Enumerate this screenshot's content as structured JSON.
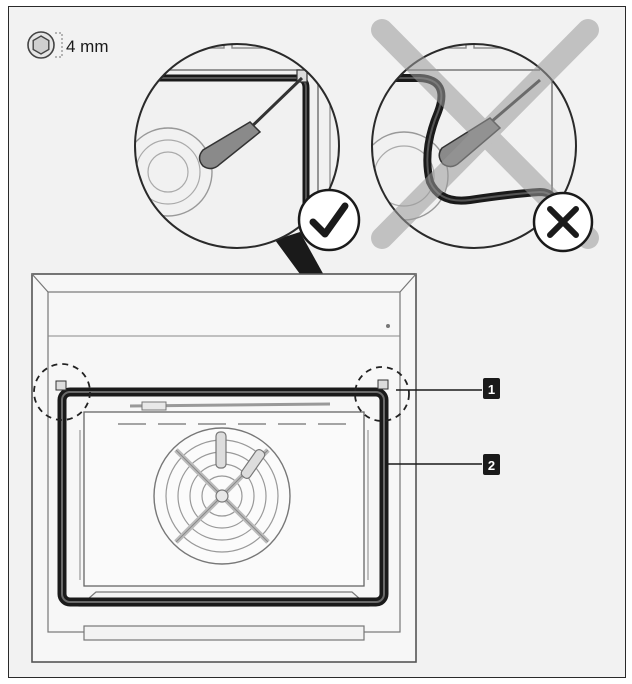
{
  "tool": {
    "icon": "hex-key-icon",
    "size_label": "4 mm"
  },
  "callouts": [
    {
      "number": "1",
      "target": "gasket-clip"
    },
    {
      "number": "2",
      "target": "door-gasket"
    }
  ],
  "detail_views": [
    {
      "verdict": "correct",
      "icon": "check-icon"
    },
    {
      "verdict": "incorrect",
      "icon": "cross-icon"
    }
  ],
  "colors": {
    "background": "#f2f2f2",
    "line": "#3a3a3a",
    "gasket": "#1a1a1a",
    "cross_overlay": "#9a9a9a",
    "callout_badge": "#1a1a1a"
  }
}
